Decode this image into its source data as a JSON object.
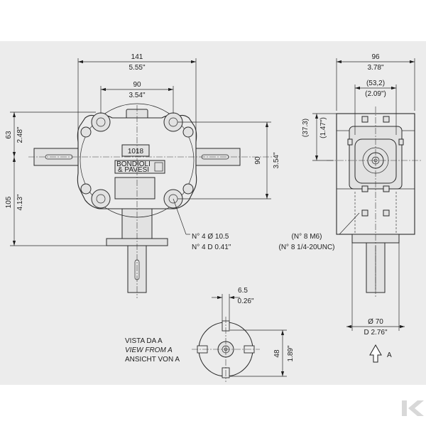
{
  "frame": {
    "background": "#ececec",
    "paper": "#ffffff"
  },
  "front_view": {
    "width_mm": "141",
    "width_in": "5.55\"",
    "bolt_span_mm": "90",
    "bolt_span_in": "3.54\"",
    "upper_height_mm": "63",
    "upper_height_in": "2.48\"",
    "lower_height_mm": "105",
    "lower_height_in": "4.13\"",
    "right_height_mm": "90",
    "right_height_in": "3.54\"",
    "model_label": "1018",
    "brand_line1": "BONDIOLI",
    "brand_line2": "& PAVESI",
    "holes_mm": "N° 4 Ø 10.5",
    "holes_in": "N° 4 D 0.41\""
  },
  "side_view": {
    "width_mm": "96",
    "width_in": "3.78\"",
    "inner_width_mm": "(53,2)",
    "inner_width_in": "(2.09\")",
    "height_mm": "(37.3)",
    "height_in": "(1.47\")",
    "threads_mm": "(N° 8 M6)",
    "threads_in": "(N° 8 1/4-20UNC)",
    "flange_mm": "Ø 70",
    "flange_in": "D 2.76\"",
    "arrow_label": "A"
  },
  "view_a": {
    "caption_it": "VISTA DA A",
    "caption_en": "VIEW FROM A",
    "caption_de": "ANSICHT VON A",
    "key_width_mm": "6.5",
    "key_width_in": "0.26\"",
    "height_mm": "48",
    "height_in": "1.89\""
  },
  "watermark": {
    "logo": "k-logo-icon",
    "color": "#d8d8d8"
  }
}
